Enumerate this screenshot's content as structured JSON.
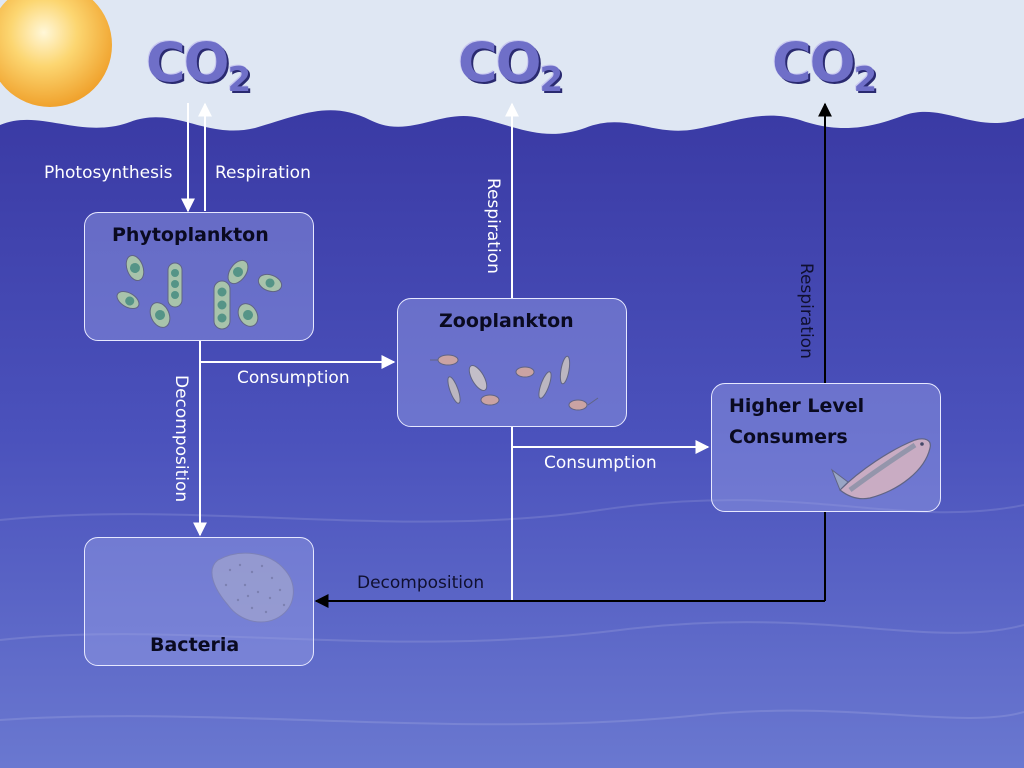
{
  "molecule": {
    "text": "CO",
    "subscript": "2"
  },
  "nodes": {
    "phytoplankton": "Phytoplankton",
    "zooplankton": "Zooplankton",
    "higher_level": [
      "Higher Level",
      "Consumers"
    ],
    "bacteria": "Bacteria"
  },
  "labels": {
    "photosynthesis": "Photosynthesis",
    "respiration_phyto": "Respiration",
    "respiration_zoo": "Respiration",
    "respiration_higher": "Respiration",
    "consumption_1": "Consumption",
    "consumption_2": "Consumption",
    "decomposition_vertical": "Decomposition",
    "decomposition_horizontal": "Decomposition"
  },
  "colors": {
    "sky": "#dfe7f3",
    "water_top": "#3c3fa8",
    "water_bottom": "#5a66c8",
    "arrow_white": "#ffffff",
    "arrow_black": "#000000",
    "co2": "#6f6fc8",
    "sun": "#f7b23a"
  }
}
